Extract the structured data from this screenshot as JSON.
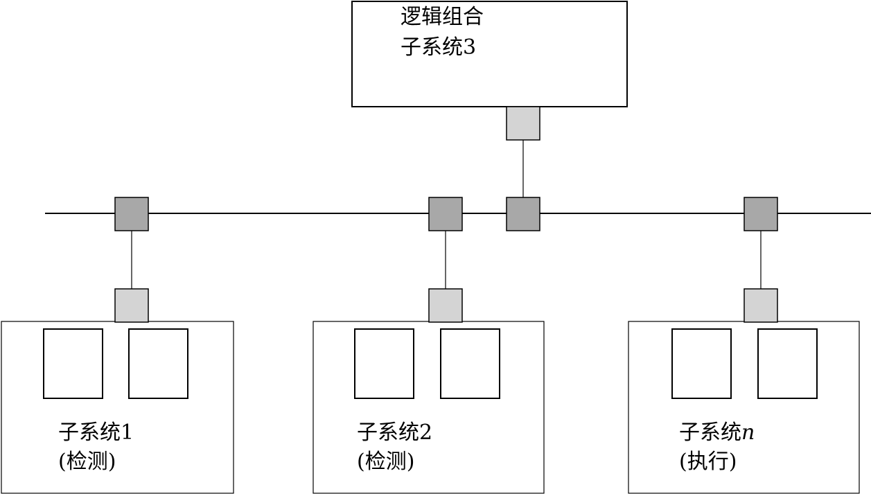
{
  "colors": {
    "background": "#ffffff",
    "stroke": "#000000",
    "bus_node_fill": "#a8a8a8",
    "port_fill": "#d4d4d4"
  },
  "logic_subsystem": {
    "line1": "逻辑组合",
    "line2": "子系统3"
  },
  "subsystems": [
    {
      "name": "子系统1",
      "role": "(检测)"
    },
    {
      "name": "子系统2",
      "role": "(检测)"
    },
    {
      "name_prefix": "子系统",
      "name_var": "n",
      "role": "(执行)"
    }
  ]
}
